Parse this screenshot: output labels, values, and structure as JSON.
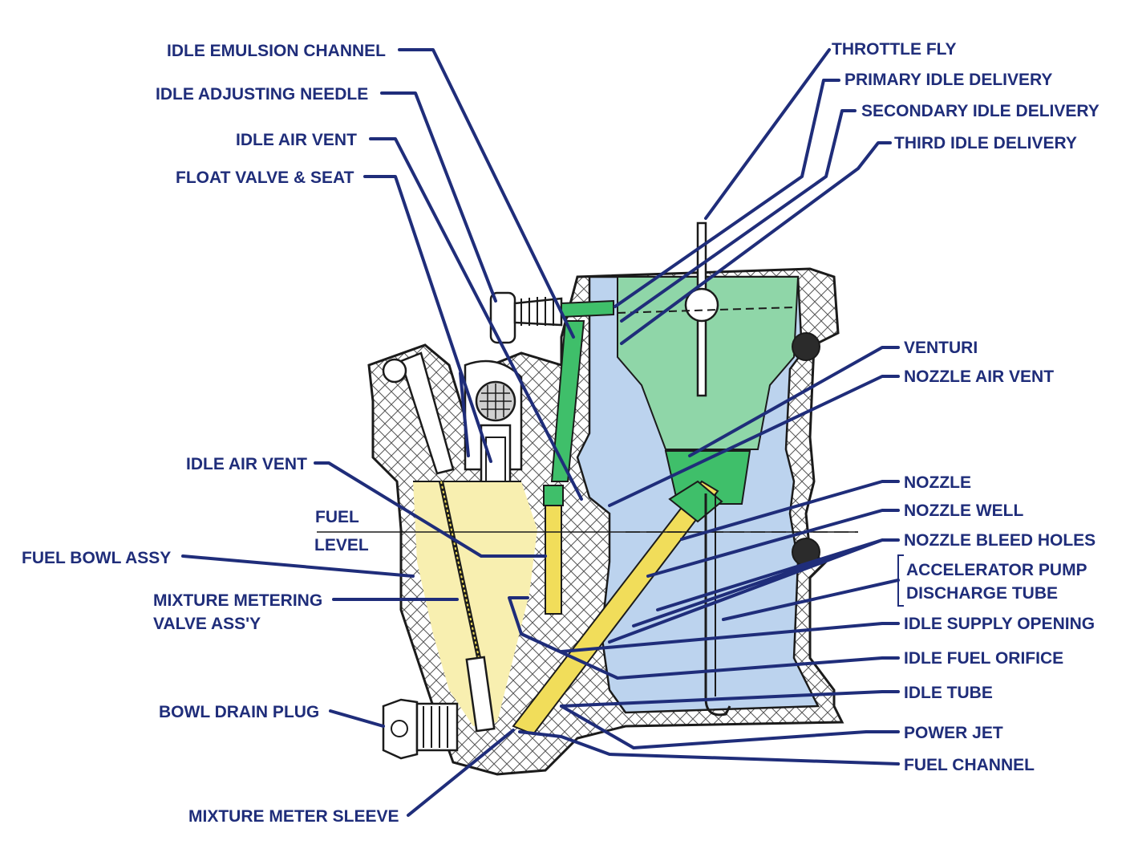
{
  "colors": {
    "label_text": "#1f2d7a",
    "air_passage": "#bcd3ee",
    "fuel": "#f8efb0",
    "idle_passage_green": "#3fbf6a",
    "venturi_green": "#8fd6a8",
    "nozzle_yellow": "#f1dd5a"
  },
  "labels": {
    "idle_emulsion_channel": "IDLE EMULSION CHANNEL",
    "idle_adjusting_needle": "IDLE ADJUSTING NEEDLE",
    "idle_air_vent_top": "IDLE AIR VENT",
    "float_valve_seat": "FLOAT VALVE & SEAT",
    "idle_air_vent_mid": "IDLE AIR VENT",
    "fuel_level_line1": "FUEL",
    "fuel_level_line2": "LEVEL",
    "fuel_bowl_assy": "FUEL BOWL ASSY",
    "mixture_metering_line1": "MIXTURE METERING",
    "mixture_metering_line2": "VALVE ASS'Y",
    "bowl_drain_plug": "BOWL DRAIN PLUG",
    "mixture_meter_sleeve": "MIXTURE METER SLEEVE",
    "throttle_fly": "THROTTLE FLY",
    "primary_idle_delivery": "PRIMARY IDLE DELIVERY",
    "secondary_idle_delivery": "SECONDARY IDLE DELIVERY",
    "third_idle_delivery": "THIRD IDLE DELIVERY",
    "venturi": "VENTURI",
    "nozzle_air_vent": "NOZZLE AIR VENT",
    "nozzle": "NOZZLE",
    "nozzle_well": "NOZZLE WELL",
    "nozzle_bleed_holes": "NOZZLE BLEED HOLES",
    "accel_pump_line1": "ACCELERATOR PUMP",
    "accel_pump_line2": "DISCHARGE TUBE",
    "idle_supply_opening": "IDLE SUPPLY OPENING",
    "idle_fuel_orifice": "IDLE FUEL ORIFICE",
    "idle_tube": "IDLE TUBE",
    "power_jet": "POWER JET",
    "fuel_channel": "FUEL CHANNEL"
  }
}
